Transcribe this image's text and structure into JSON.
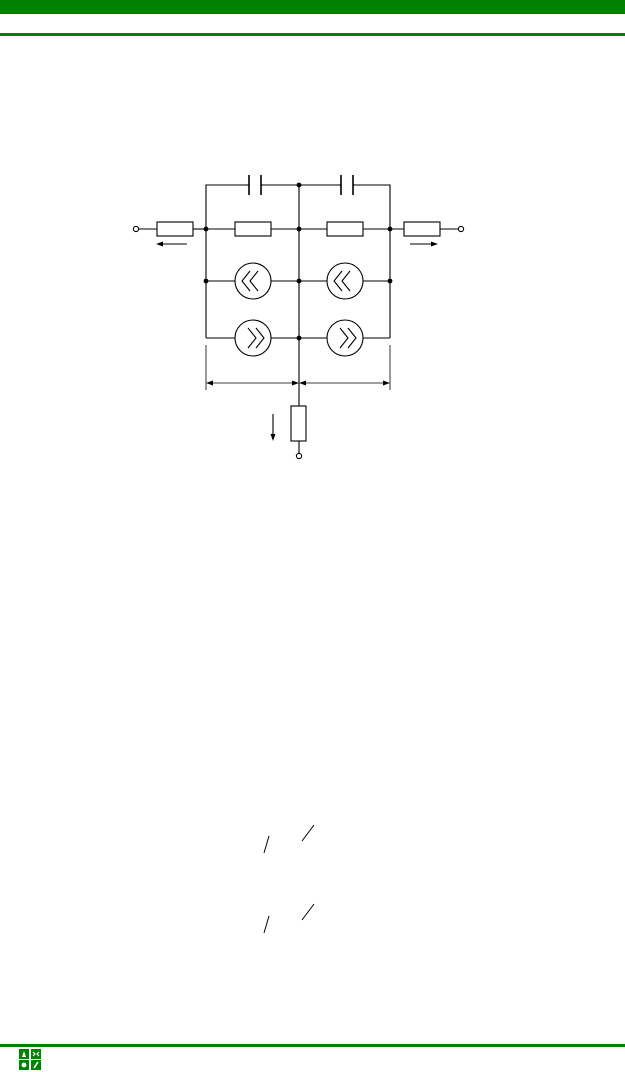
{
  "theme": {
    "accent": "#008000",
    "line": "#000000"
  },
  "header": {},
  "footer": {
    "logo_icon": "publisher-logo-icon"
  },
  "diagram": {
    "components": [
      {
        "type": "capacitor",
        "count": 2
      },
      {
        "type": "resistor",
        "count": 5
      },
      {
        "type": "two-way-valve-left",
        "count": 2
      },
      {
        "type": "two-way-valve-right",
        "count": 2
      },
      {
        "type": "flow-arrow",
        "count": 3
      },
      {
        "type": "dimension-arrow",
        "count": 2
      },
      {
        "type": "port",
        "count": 3
      }
    ]
  }
}
